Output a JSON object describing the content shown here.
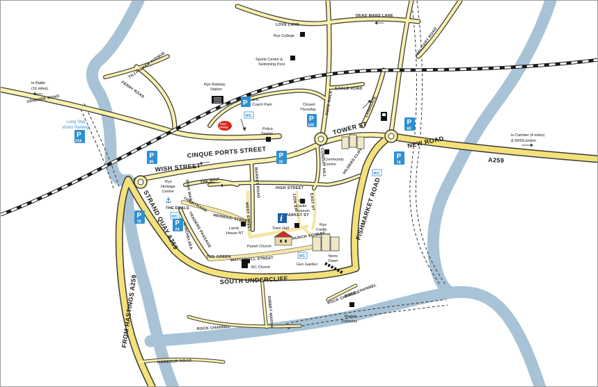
{
  "roads": {
    "love_lane": "LOVE LANE",
    "dead_mans_lane": "DEAD MANS LANE",
    "military_road": "MILITARY ROAD",
    "ferry_road": "FERRY ROAD",
    "udimore_road": "UDIMORE ROAD",
    "tillingham_avenue": "TILLINGHAM AVENUE",
    "rope_walk": "ROPE WALK",
    "eagle_road": "EAGLE ROAD",
    "landgate": "LANDGATE",
    "tower_st": "TOWER ST",
    "cinque_ports_street": "CINQUE PORTS STREET",
    "wish_street": "WISH STREET",
    "market_road": "MARKET ROAD",
    "conduit_hill": "CONDUIT HILL",
    "hilders_cliff": "HILDERS CLIFF",
    "high_street": "HIGH STREET",
    "the_mint": "THE MINT",
    "mermaid_street": "MERMAID STREET",
    "west_street": "WEST STREET",
    "east_street": "EAST ST",
    "lion_street": "LION ST",
    "market_st": "MARKET ST",
    "church_square": "CHURCH SQUARE",
    "watchbell_street": "WATCHBELL STREET",
    "traders_passage": "TRADERS PASSAGE",
    "the_strand": "THE STRAND",
    "the_deals": "THE DEALS",
    "the_green": "THE GREEN",
    "strand_quay": "STRAND QUAY A259",
    "fishmarket_road": "FISHMARKET ROAD",
    "new_road": "NEW ROAD",
    "a259": "A259",
    "south_undercliff": "SOUTH UNDERCLIFF",
    "from_hastings": "FROM HASTINGS A259",
    "rock_channel_1": "ROCK CHANNEL",
    "rock_channel_2": "ROCK CHANNEL",
    "rock_channel_3": "ROCK CHANNEL",
    "gibbet_marsh": "GIBBET MARSH",
    "harbour_road": "HARBOUR ROAD",
    "winchelsea": "WINCHELSEA",
    "wish_ward": "WISH WARD"
  },
  "places": {
    "rye_college": "Rye College",
    "sports_centre_1": "Sports Centre &",
    "sports_centre_2": "Swimming Pool",
    "railway_1": "Rye Railway",
    "railway_2": "Station",
    "coach_park_1": "and",
    "coach_park_2": "Coach Park",
    "closed_1": "Closed",
    "closed_2": "Thursday",
    "police_1": "Police",
    "police_2": "Station",
    "community_1": "Community",
    "community_2": "Centre",
    "heritage_1": "Rye",
    "heritage_2": "Heritage",
    "heritage_3": "Centre",
    "castle_museum_a_1": "Rye",
    "castle_museum_a_2": "Castle",
    "castle_museum_a_3": "Museum",
    "castle_museum_b_1": "Rye",
    "castle_museum_b_2": "Castle",
    "castle_museum_b_3": "Museum",
    "lamb_house_1": "Lamb",
    "lamb_house_2": "House NT",
    "town_hall": "Town Hall",
    "parish_church": "Parish Church",
    "rc_church": "RC Church",
    "gun_garden": "Gun Garden",
    "ypres_1": "Ypres",
    "ypres_2": "Tower",
    "market_1": "Market",
    "market_2": "Fisheries",
    "post_office_1": "POST",
    "post_office_2": "OFFICE"
  },
  "directions": {
    "battle_1": "to Battle",
    "battle_2": "(16 miles)",
    "camber_1": "to Camber (4 miles)",
    "camber_2": "& M20/London"
  },
  "visitor_parking": {
    "line_1": "Long Stay",
    "line_2": "Visitor Parking",
    "number": "218"
  },
  "parking": {
    "p_symbol": "P",
    "p_105": "105",
    "p_60": "60",
    "p_85": "85",
    "p_32": "32",
    "p_78_a": "78",
    "p_24": "24",
    "p_78_b": "78"
  },
  "toilets": {
    "wc": "WC"
  },
  "info": {
    "symbol": "i"
  },
  "colors": {
    "river": "#a8c3d6",
    "road": "#fbf1ad",
    "main_road": "#f5e17a",
    "parking": "#2f8fd0",
    "info": "#1e5fa8",
    "post_office": "#d9261c"
  }
}
